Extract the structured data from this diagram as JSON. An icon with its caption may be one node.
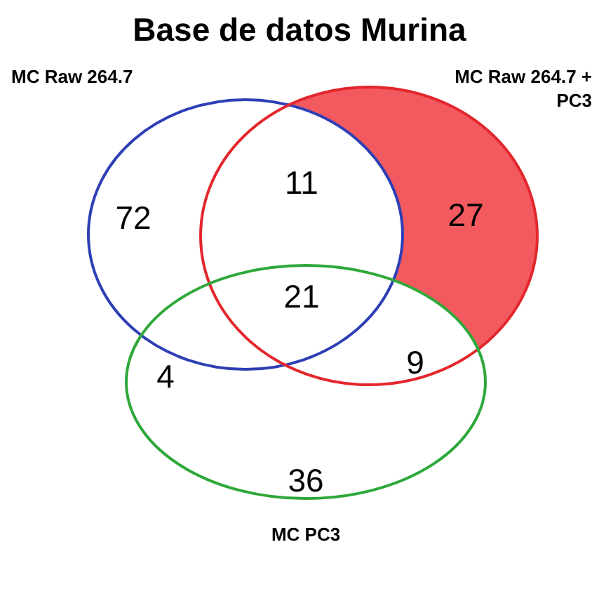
{
  "diagram": {
    "title": "Base de datos Murina",
    "nodes": [
      {
        "text": [
          "MC Raw 264.7"
        ]
      },
      {
        "text": [
          "MC Raw 264.7 + PC3"
        ]
      },
      {
        "text": [
          "MC PC3"
        ]
      }
    ],
    "labels": [
      "72",
      "11",
      "27",
      "21",
      "4",
      "9",
      "36"
    ]
  }
}
